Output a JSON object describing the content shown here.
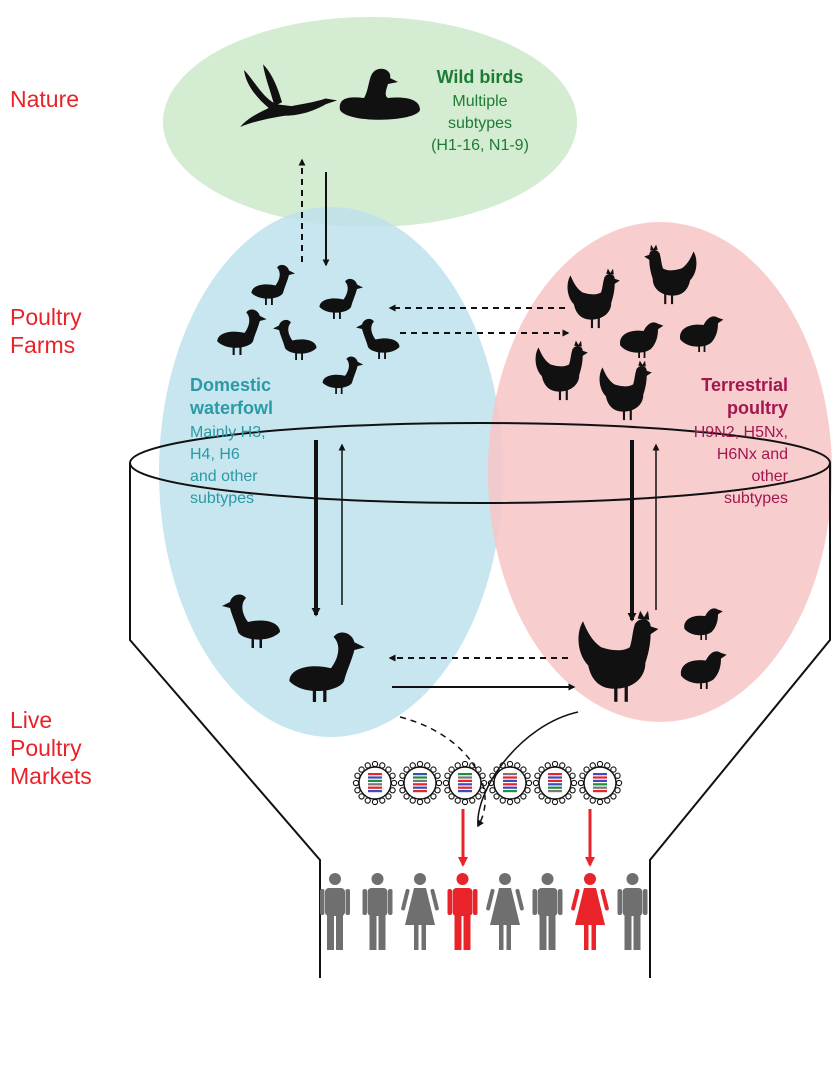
{
  "levels": [
    {
      "lines": [
        "Nature"
      ]
    },
    {
      "lines": [
        "Poultry",
        "Farms"
      ]
    },
    {
      "lines": [
        "Live",
        "Poultry",
        "Markets"
      ]
    }
  ],
  "wild_birds": {
    "title": "Wild birds",
    "lines": [
      "Multiple",
      "subtypes",
      "(H1-16, N1-9)"
    ]
  },
  "domestic_waterfowl": {
    "title_lines": [
      "Domestic",
      "waterfowl"
    ],
    "lines": [
      "Mainly H3,",
      "H4, H6",
      "and other",
      "subtypes"
    ]
  },
  "terrestrial_poultry": {
    "title_lines": [
      "Terrestrial",
      "poultry"
    ],
    "lines": [
      "H9N2, H5Nx,",
      "H6Nx and",
      "other",
      "subtypes"
    ]
  },
  "colors": {
    "level_label": "#e8232a",
    "wild_fill": "#cce9c9",
    "wild_text": "#1e7b36",
    "waterfowl_fill": "#bde2ec",
    "waterfowl_text": "#2b9aa6",
    "terrestrial_fill": "#f7c4c6",
    "terrestrial_text": "#a3174f",
    "silhouette": "#111111",
    "person": "#6f6f6f",
    "infected_person": "#e8232a"
  },
  "icons": {
    "bird": "bird-silhouette-icon",
    "virus": "virus-particle-icon",
    "person": "person-icon"
  },
  "virus_count": 6,
  "people": [
    {
      "type": "male",
      "infected": false
    },
    {
      "type": "male",
      "infected": false
    },
    {
      "type": "female",
      "infected": false
    },
    {
      "type": "male",
      "infected": true
    },
    {
      "type": "female",
      "infected": false
    },
    {
      "type": "male",
      "infected": false
    },
    {
      "type": "female",
      "infected": true
    },
    {
      "type": "male",
      "infected": false
    }
  ]
}
